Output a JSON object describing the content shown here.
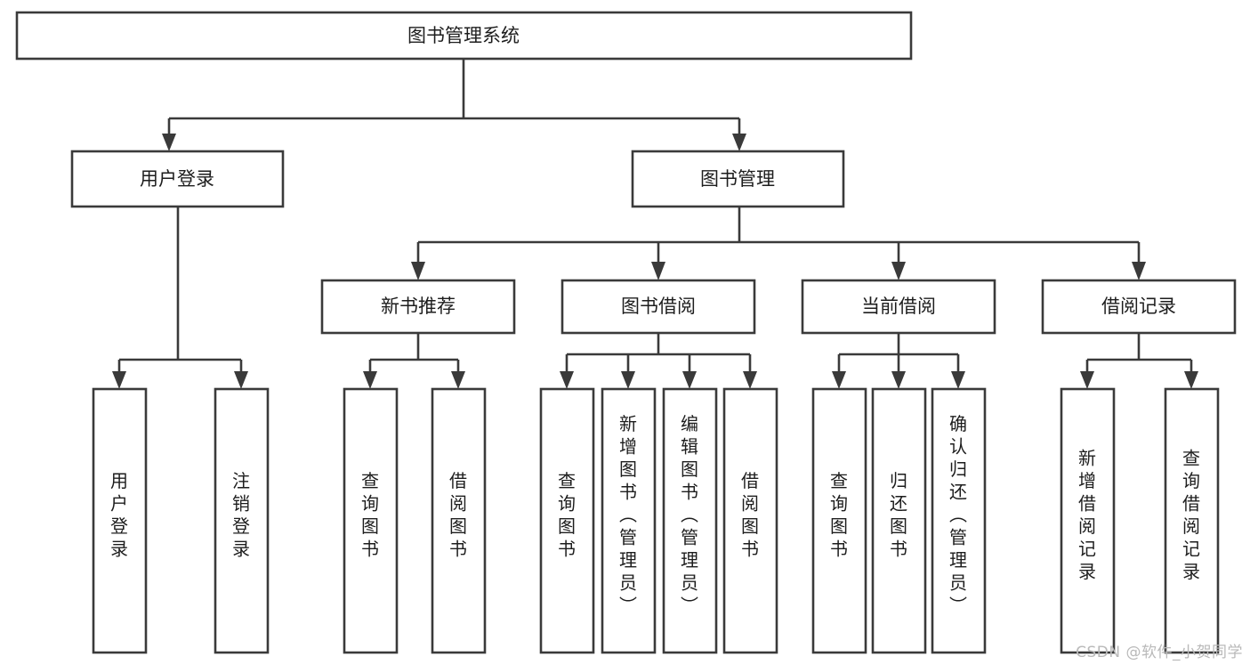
{
  "diagram": {
    "type": "tree",
    "title": "图书管理系统",
    "root": {
      "id": "root",
      "label": "图书管理系统",
      "orientation": "horizontal"
    },
    "level2": [
      {
        "id": "user-login",
        "label": "用户登录",
        "orientation": "horizontal"
      },
      {
        "id": "book-management",
        "label": "图书管理",
        "orientation": "horizontal"
      }
    ],
    "level3": [
      {
        "id": "new-book-recommend",
        "label": "新书推荐",
        "orientation": "horizontal",
        "parent": "book-management"
      },
      {
        "id": "book-borrow",
        "label": "图书借阅",
        "orientation": "horizontal",
        "parent": "book-management"
      },
      {
        "id": "current-borrow",
        "label": "当前借阅",
        "orientation": "horizontal",
        "parent": "book-management"
      },
      {
        "id": "borrow-record",
        "label": "借阅记录",
        "orientation": "horizontal",
        "parent": "book-management"
      }
    ],
    "leaves": [
      {
        "id": "leaf-user-login",
        "label": "用户登录",
        "orientation": "vertical",
        "parent": "user-login"
      },
      {
        "id": "leaf-logout",
        "label": "注销登录",
        "orientation": "vertical",
        "parent": "user-login"
      },
      {
        "id": "leaf-query-book-1",
        "label": "查询图书",
        "orientation": "vertical",
        "parent": "new-book-recommend"
      },
      {
        "id": "leaf-borrow-book-1",
        "label": "借阅图书",
        "orientation": "vertical",
        "parent": "new-book-recommend"
      },
      {
        "id": "leaf-query-book-2",
        "label": "查询图书",
        "orientation": "vertical",
        "parent": "book-borrow"
      },
      {
        "id": "leaf-add-book",
        "label": "新增图书（管理员）",
        "orientation": "vertical",
        "parent": "book-borrow"
      },
      {
        "id": "leaf-edit-book",
        "label": "编辑图书（管理员）",
        "orientation": "vertical",
        "parent": "book-borrow"
      },
      {
        "id": "leaf-borrow-book-2",
        "label": "借阅图书",
        "orientation": "vertical",
        "parent": "book-borrow"
      },
      {
        "id": "leaf-query-book-3",
        "label": "查询图书",
        "orientation": "vertical",
        "parent": "current-borrow"
      },
      {
        "id": "leaf-return-book",
        "label": "归还图书",
        "orientation": "vertical",
        "parent": "current-borrow"
      },
      {
        "id": "leaf-confirm-return",
        "label": "确认归还（管理员）",
        "orientation": "vertical",
        "parent": "current-borrow"
      },
      {
        "id": "leaf-add-record",
        "label": "新增借阅记录",
        "orientation": "vertical",
        "parent": "borrow-record"
      },
      {
        "id": "leaf-query-record",
        "label": "查询借阅记录",
        "orientation": "vertical",
        "parent": "borrow-record"
      }
    ],
    "colors": {
      "stroke": "#3a3a3a",
      "fill": "#ffffff",
      "text": "#1d1d1d",
      "background": "#ffffff",
      "watermark": "#b9b9b9"
    }
  },
  "watermark": {
    "label": "CSDN @软件_小贺同学"
  }
}
